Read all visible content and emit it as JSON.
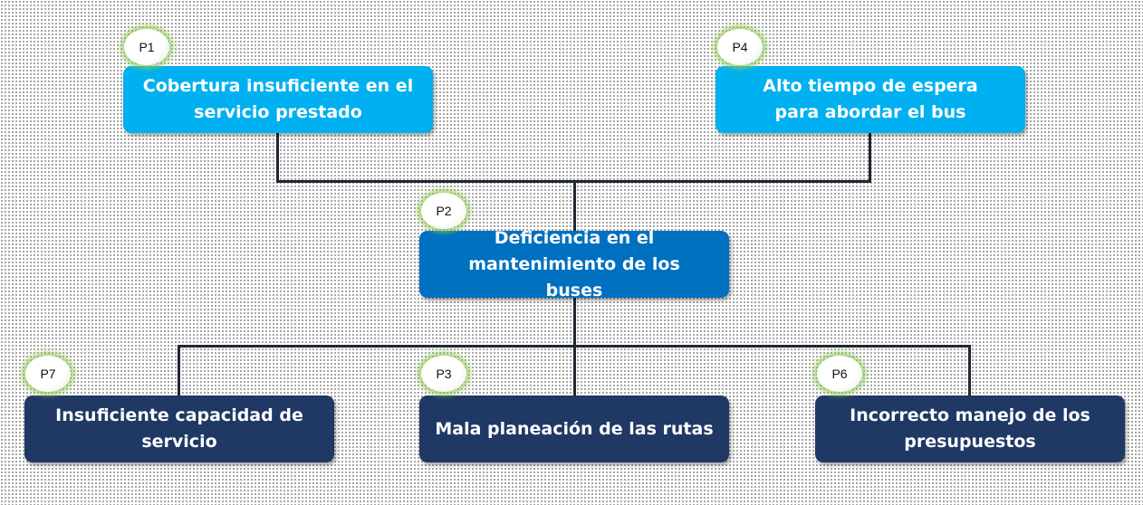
{
  "nodes": {
    "p1": {
      "badge": "P1",
      "text": "Cobertura insuficiente en el servicio prestado"
    },
    "p4": {
      "badge": "P4",
      "text": "Alto tiempo de espera para abordar el bus"
    },
    "p2": {
      "badge": "P2",
      "text": "Deficiencia en el mantenimiento de los buses"
    },
    "p7": {
      "badge": "P7",
      "text": "Insuficiente capacidad de servicio"
    },
    "p3": {
      "badge": "P3",
      "text": "Mala planeación de las rutas"
    },
    "p6": {
      "badge": "P6",
      "text": "Incorrecto manejo de los presupuestos"
    }
  },
  "colors": {
    "top": "#00b0f0",
    "middle": "#0070c0",
    "bottom": "#1f3864"
  }
}
